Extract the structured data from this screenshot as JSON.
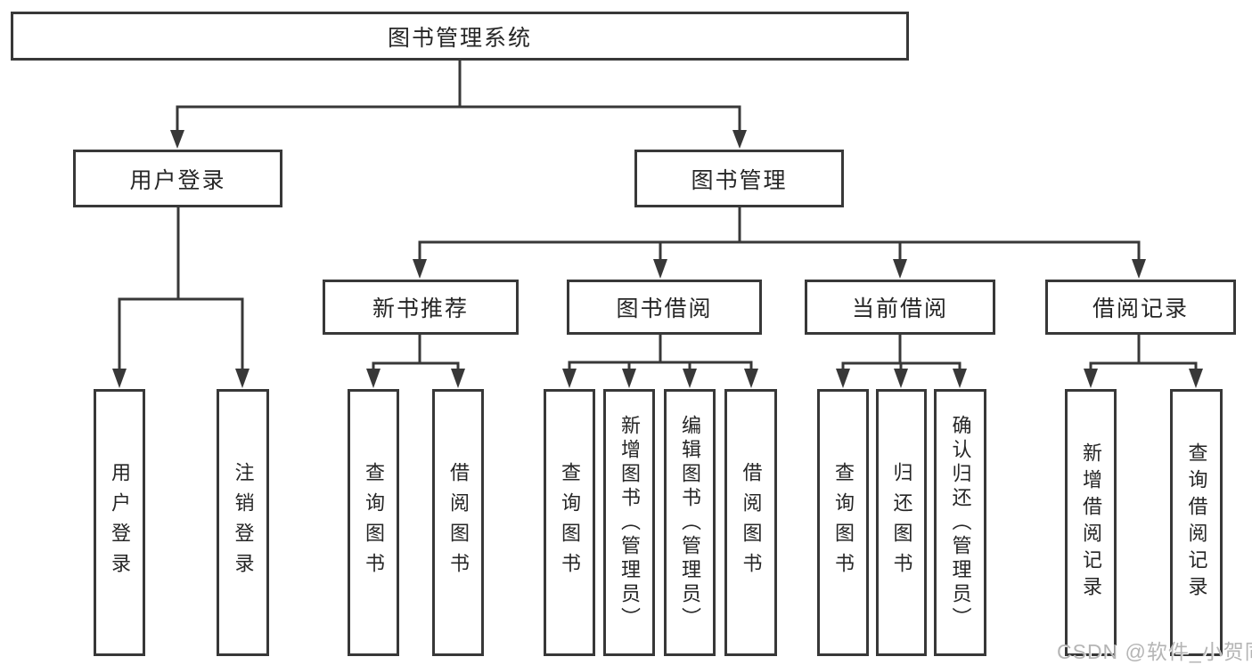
{
  "diagram": {
    "root": {
      "label": "图书管理系统"
    },
    "level2": {
      "user_login": {
        "label": "用户登录"
      },
      "book_mgmt": {
        "label": "图书管理"
      }
    },
    "level3": {
      "new_books": {
        "label": "新书推荐"
      },
      "book_borrow": {
        "label": "图书借阅"
      },
      "current_borrow": {
        "label": "当前借阅"
      },
      "borrow_records": {
        "label": "借阅记录"
      }
    },
    "leaves": {
      "user_login": [
        "用户登录",
        "注销登录"
      ],
      "new_books": [
        "查询图书",
        "借阅图书"
      ],
      "book_borrow": [
        "查询图书",
        "新增图书（管理员）",
        "编辑图书（管理员）",
        "借阅图书"
      ],
      "current_borrow": [
        "查询图书",
        "归还图书",
        "确认归还（管理员）"
      ],
      "borrow_records": [
        "新增借阅记录",
        "查询借阅记录"
      ]
    }
  },
  "watermark": {
    "text": "CSDN @软件_小贺同学"
  },
  "colors": {
    "line": "#383838",
    "text": "#262626",
    "watermark": "#b5b5b5",
    "background": "#ffffff"
  }
}
